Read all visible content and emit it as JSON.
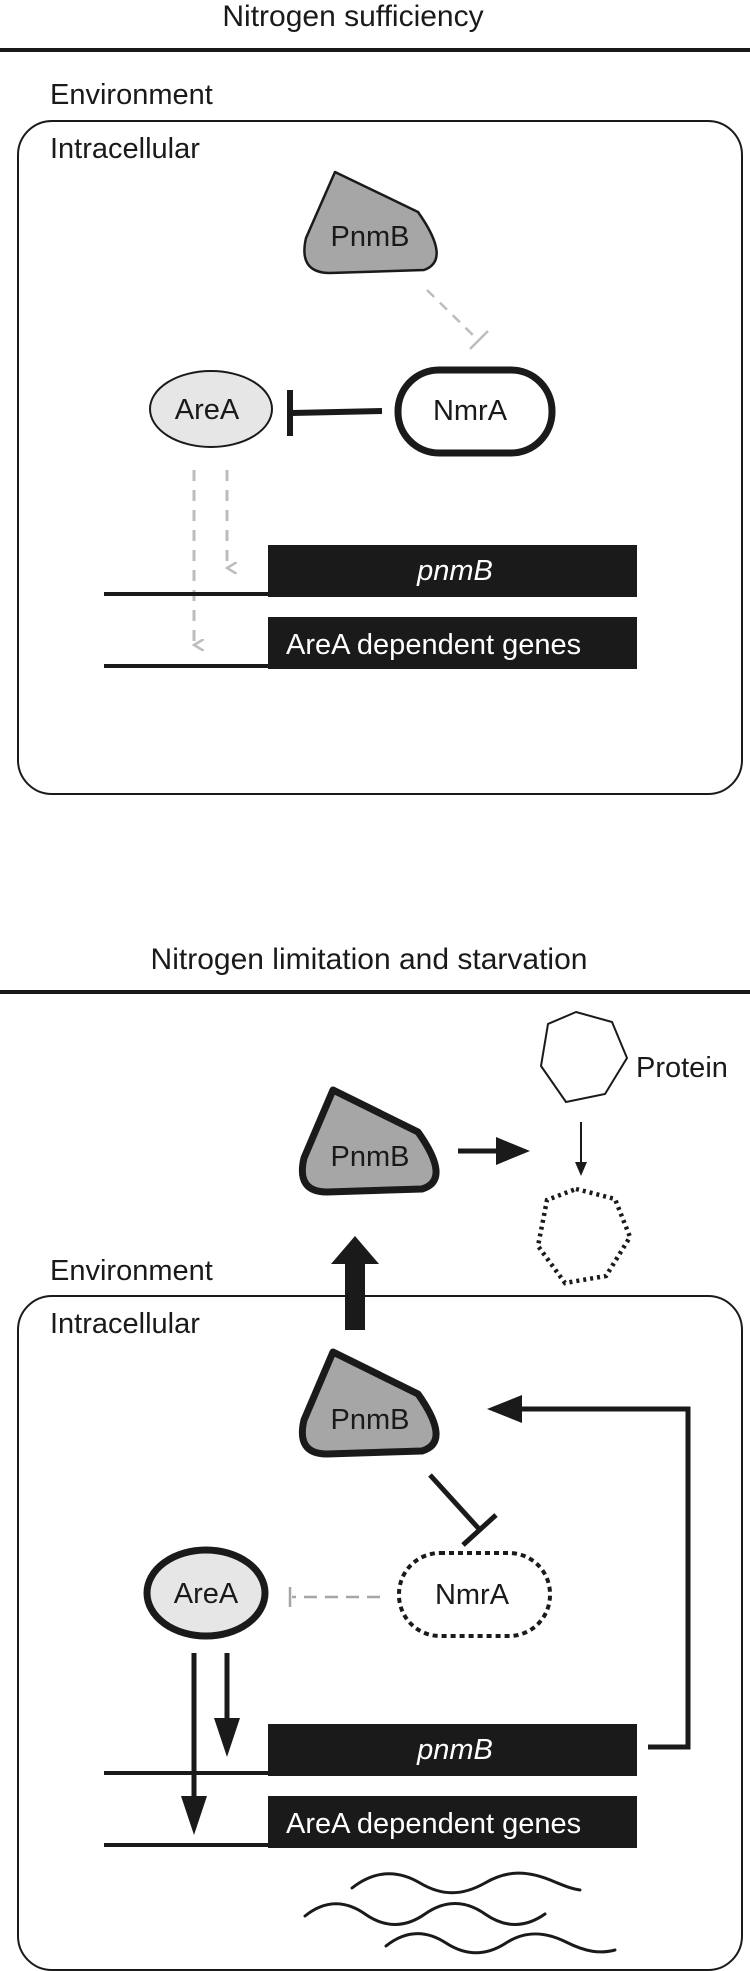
{
  "panels": [
    {
      "title": "Nitrogen sufficiency",
      "environment_label": "Environment",
      "intracellular_label": "Intracellular",
      "nodes": {
        "pnmb": "PnmB",
        "area": "AreA",
        "nmra": "NmrA"
      },
      "genes": {
        "pnmb_gene": "pnmB",
        "dependent": "AreA dependent genes"
      }
    },
    {
      "title": "Nitrogen limitation and starvation",
      "environment_label": "Environment",
      "intracellular_label": "Intracellular",
      "nodes": {
        "pnmb_secreted": "PnmB",
        "pnmb": "PnmB",
        "area": "AreA",
        "nmra": "NmrA",
        "protein": "Protein"
      },
      "genes": {
        "pnmb_gene": "pnmB",
        "dependent": "AreA dependent genes"
      }
    }
  ],
  "colors": {
    "ink": "#1a1a1a",
    "pnmb_fill": "#a6a6a6",
    "area_fill": "#e6e6e6",
    "inactive_gray": "#bdbdbd"
  },
  "icons": [
    "protein-hexagon",
    "degraded-protein-hexagon",
    "mrna-waves"
  ]
}
